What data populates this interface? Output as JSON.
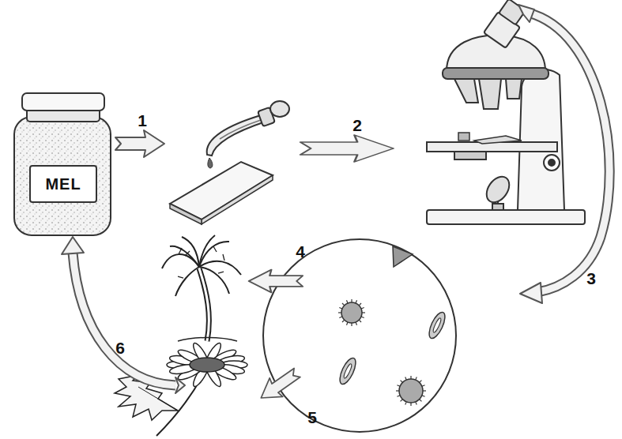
{
  "diagram": {
    "labels": [
      "MEL",
      "1",
      "2",
      "3",
      "4",
      "5",
      "6"
    ]
  }
}
